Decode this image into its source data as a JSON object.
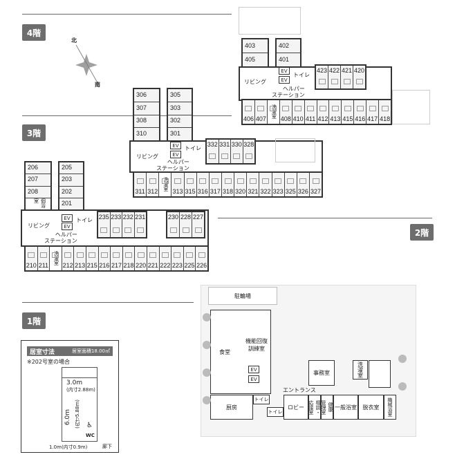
{
  "floors": {
    "f4": {
      "label": "4階",
      "compass": {
        "north": "北",
        "south": "南"
      },
      "rows": {
        "top_left": [
          "403",
          "405"
        ],
        "top_right": [
          "402",
          "401"
        ],
        "mid": [
          "423",
          "422",
          "421",
          "420"
        ],
        "bottom": [
          "406",
          "407",
          "洗濯室",
          "408",
          "410",
          "411",
          "412",
          "413",
          "415",
          "416",
          "417",
          "418"
        ]
      },
      "living": "リビング",
      "station": "ヘルパー\nステーション",
      "toilet": "トイレ",
      "ev": "EV"
    },
    "f3": {
      "label": "3階",
      "rows": {
        "top_left": [
          "306",
          "307",
          "308",
          "310"
        ],
        "top_right": [
          "305",
          "303",
          "302",
          "301"
        ],
        "mid": [
          "332",
          "331",
          "330",
          "328"
        ],
        "bottom": [
          "311",
          "312",
          "洗濯室",
          "313",
          "315",
          "316",
          "317",
          "318",
          "320",
          "321",
          "322",
          "323",
          "325",
          "326",
          "327"
        ]
      },
      "living": "リビング",
      "station": "ヘルパー\nステーション",
      "toilet": "トイレ",
      "ev": "EV"
    },
    "f2": {
      "label": "2階",
      "rows": {
        "top_left": [
          "206",
          "207",
          "208",
          "個浴室"
        ],
        "top_right": [
          "205",
          "203",
          "202",
          "201"
        ],
        "mid1": [
          "235",
          "233",
          "232",
          "231"
        ],
        "mid2": [
          "230",
          "228",
          "227"
        ],
        "bottom": [
          "210",
          "211",
          "洗濯室",
          "212",
          "213",
          "215",
          "216",
          "217",
          "218",
          "220",
          "221",
          "222",
          "223",
          "225",
          "226"
        ]
      },
      "living": "リビング",
      "station": "ヘルパー\nステーション",
      "toilet": "トイレ",
      "ev": "EV"
    },
    "f1": {
      "label": "1階",
      "rooms": {
        "bicycle": "駐輪場",
        "dining": "食堂",
        "rehab": "機能回復\n訓練室",
        "ev": "EV",
        "office": "事務室",
        "laundry": "洗濯室",
        "entrance": "エントランス",
        "kitchen": "厨房",
        "toilet1": "トイレ",
        "toilet2": "トイレ",
        "lobby": "ロビー",
        "consult": "相談・\n応接室",
        "health": "健康\n管理室",
        "bath": "一般浴室",
        "dressing": "脱衣室",
        "machine_bath": "機械浴室"
      }
    }
  },
  "room_size": {
    "title": "居室寸法",
    "area": "居室面積18.00㎡",
    "note": "※202号室の場合",
    "width": "3.0m",
    "width_inner": "(内寸2.88m)",
    "depth": "6.0m",
    "depth_inner": "(内寸5.88m)",
    "wc": "WC",
    "door": "1.0m(内寸0.9m)",
    "corridor": "廊下"
  }
}
